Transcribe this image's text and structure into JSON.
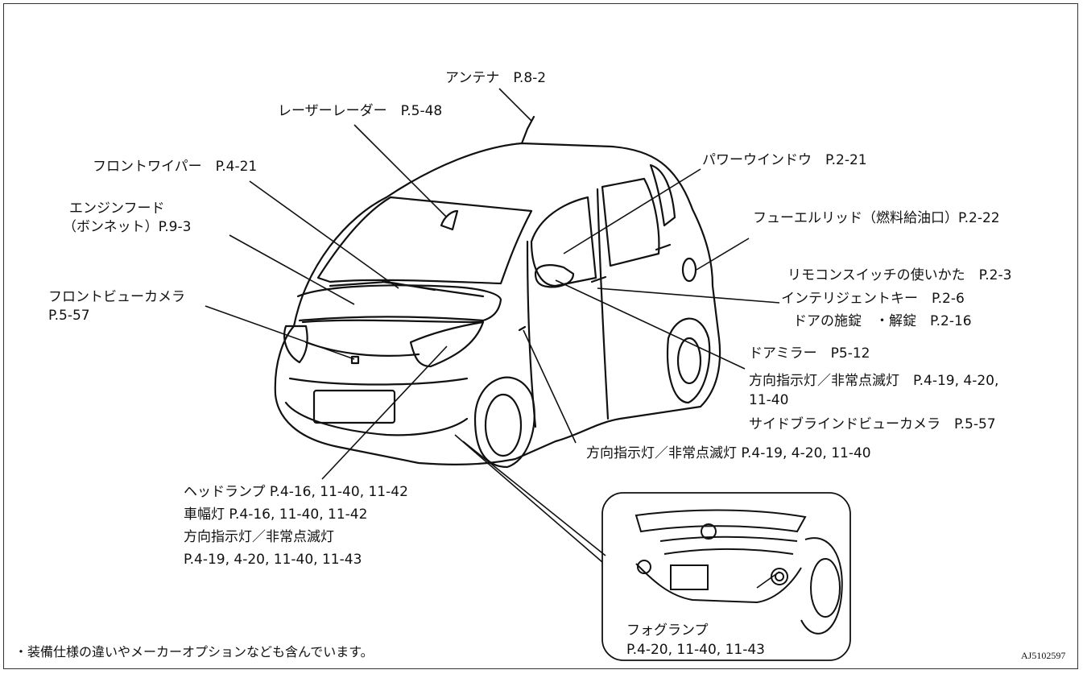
{
  "callouts": {
    "antenna": "アンテナ　P.8-2",
    "laser_radar": "レーザーレーダー　P.5-48",
    "front_wiper": "フロントワイパー　P.4-21",
    "engine_hood_1": "エンジンフード",
    "engine_hood_2": "（ボンネット）P.9-3",
    "front_view_camera_1": "フロントビューカメラ",
    "front_view_camera_2": "P.5-57",
    "power_window": "パワーウインドウ　P.2-21",
    "fuel_lid": "フューエルリッド（燃料給油口）P.2-22",
    "remote_switch": "リモコンスイッチの使いかた　P.2-3",
    "intelligent_key": "インテリジェントキー　P.2-6",
    "door_lock": "ドアの施錠　・解錠　P.2-16",
    "door_mirror": "ドアミラー　P5-12",
    "turn_signal_mirror_1": "方向指示灯／非常点滅灯　P.4-19,  4-20,",
    "turn_signal_mirror_2": "11-40",
    "side_blind_camera": "サイドブラインドビューカメラ　P.5-57",
    "turn_signal_side": "方向指示灯／非常点滅灯 P.4-19,  4-20,  11-40",
    "headlamp": "ヘッドランプ P.4-16,  11-40,  11-42",
    "width_lamp": "車幅灯 P.4-16,  11-40,  11-42",
    "turn_signal_front_1": "方向指示灯／非常点滅灯",
    "turn_signal_front_2": "P.4-19,  4-20,  11-40,  11-43",
    "fog_lamp_1": "フォグランプ",
    "fog_lamp_2": "P.4-20,  11-40,  11-43"
  },
  "footnote": "・装備仕様の違いやメーカーオプションなども含んでいます。",
  "figure_code": "AJ5102597"
}
